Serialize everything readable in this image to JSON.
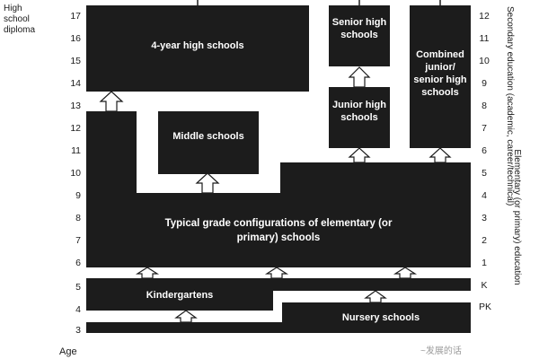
{
  "labels": {
    "diploma": [
      "High",
      "school",
      "diploma"
    ],
    "age": "Age",
    "secondary_axis": "Secondary education (academic, career/technical)",
    "elementary_axis": "Elementary (or primary) education"
  },
  "ages": [
    "17",
    "16",
    "15",
    "14",
    "13",
    "12",
    "11",
    "10",
    "9",
    "8",
    "7",
    "6",
    "5",
    "4",
    "3"
  ],
  "grades": [
    "12",
    "11",
    "10",
    "9",
    "8",
    "7",
    "6",
    "5",
    "4",
    "3",
    "2",
    "1",
    "K",
    "PK"
  ],
  "blocks": {
    "four_year": "4-year high schools",
    "senior": "Senior high schools",
    "combined": "Combined junior/ senior high schools",
    "junior": "Junior high schools",
    "middle": "Middle schools",
    "elementary": "Typical grade configurations of elementary (or primary) schools",
    "kindergartens": "Kindergartens",
    "nursery": "Nursery schools"
  },
  "colors": {
    "block": "#1c1c1c",
    "text": "#1a1a1a",
    "block_text": "#ffffff"
  },
  "watermark": "~发展的话"
}
